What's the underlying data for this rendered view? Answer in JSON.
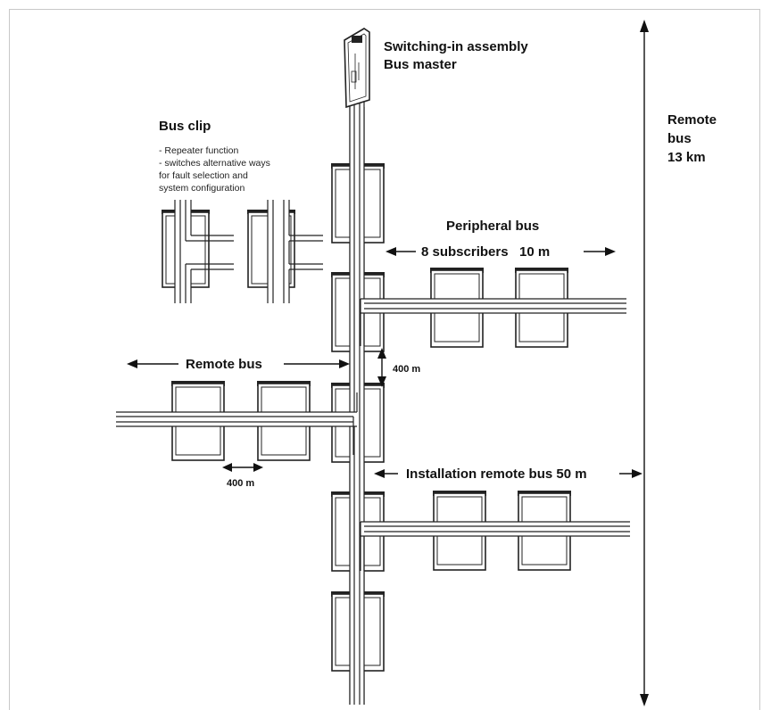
{
  "labels": {
    "switching_in_line1": "Switching-in assembly",
    "switching_in_line2": "Bus master",
    "remote_bus_vertical_line1": "Remote",
    "remote_bus_vertical_line2": "bus",
    "remote_bus_vertical_line3": "13 km",
    "bus_clip_title": "Bus clip",
    "bus_clip_desc_1": "- Repeater function",
    "bus_clip_desc_2": "- switches alternative ways",
    "bus_clip_desc_3": "for fault selection and",
    "bus_clip_desc_4": "system configuration",
    "peripheral_bus": "Peripheral bus",
    "peripheral_subscribers": "8 subscribers   10 m",
    "remote_bus_horizontal": "Remote bus",
    "distance_400m_vertical": "400 m",
    "distance_400m_horizontal": "400 m",
    "installation_remote_bus": "Installation remote bus 50 m"
  },
  "icons": {
    "bus_master_device": "bus-master-module-icon",
    "bus_clip_device": "bus-clip-icon",
    "station_device": "bus-station-icon"
  },
  "colors": {
    "line": "#222222",
    "text": "#111111",
    "frame": "#c8c8c8"
  }
}
